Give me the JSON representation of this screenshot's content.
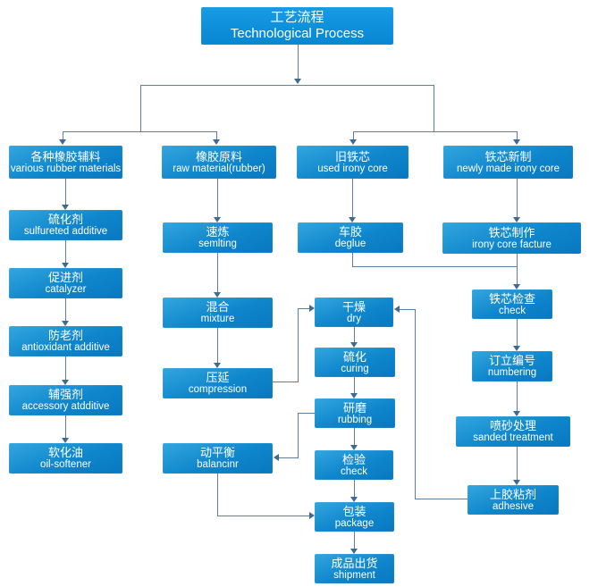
{
  "chart_title": "工艺流程 Technological Process flowchart",
  "colors": {
    "box_gradient_top": "#33a6de",
    "box_gradient_bottom": "#0878c0",
    "title_blue": "#0a90dc",
    "connector_line": "#5d7e9e",
    "arrowhead": "#3f6a91",
    "text": "#ffffff",
    "background": "#ffffff"
  },
  "nodes": {
    "title": {
      "cn": "工艺流程",
      "en": "Technological Process"
    },
    "various_rubber_materials": {
      "cn": "各种橡胶辅料",
      "en": "various rubber materials"
    },
    "raw_material_rubber": {
      "cn": "橡胶原料",
      "en": "raw material(rubber)"
    },
    "used_irony_core": {
      "cn": "旧铁芯",
      "en": "used irony core"
    },
    "newly_made_irony_core": {
      "cn": "铁芯新制",
      "en": "newly made irony core"
    },
    "sulfureted_additive": {
      "cn": "硫化剂",
      "en": "sulfureted additive"
    },
    "catalyzer": {
      "cn": "促进剂",
      "en": "catalyzer"
    },
    "antioxidant_additive": {
      "cn": "防老剂",
      "en": "antioxidant additive"
    },
    "accessory_additive": {
      "cn": "辅强剂",
      "en": "accessory atdditive"
    },
    "oil_softener": {
      "cn": "软化油",
      "en": "oil-softener"
    },
    "semlting": {
      "cn": "速炼",
      "en": "semlting"
    },
    "mixture": {
      "cn": "混合",
      "en": "mixture"
    },
    "compression": {
      "cn": "压延",
      "en": "compression"
    },
    "balancinr": {
      "cn": "动平衡",
      "en": "balancinr"
    },
    "deglue": {
      "cn": "车胶",
      "en": "deglue"
    },
    "dry": {
      "cn": "干燥",
      "en": "dry"
    },
    "curing": {
      "cn": "硫化",
      "en": "curing"
    },
    "rubbing": {
      "cn": "研磨",
      "en": "rubbing"
    },
    "inspect_check": {
      "cn": "检验",
      "en": "check"
    },
    "package": {
      "cn": "包装",
      "en": "package"
    },
    "shipment": {
      "cn": "成品出货",
      "en": "shipment"
    },
    "irony_core_facture": {
      "cn": "铁芯制作",
      "en": "irony core facture"
    },
    "irony_core_check": {
      "cn": "铁芯检查",
      "en": "check"
    },
    "numbering": {
      "cn": "订立编号",
      "en": "numbering"
    },
    "sanded_treatment": {
      "cn": "喷砂处理",
      "en": "sanded treatment"
    },
    "adhesive": {
      "cn": "上胶粘剂",
      "en": "adhesive"
    }
  }
}
